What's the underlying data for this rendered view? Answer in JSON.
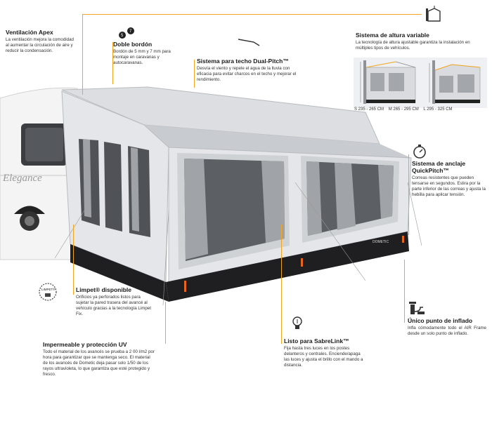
{
  "features": {
    "ventilation": {
      "title": "Ventilación Apex",
      "text": "La ventilación mejora la comodidad al aumentar la circulación de aire y reducir la condensación."
    },
    "double_piping": {
      "title": "Doble bordón",
      "text": "Bordón de 5 mm y 7 mm para montaje en caravanas y autocaravanas."
    },
    "roof": {
      "title": "Sistema para techo Dual-Pitch™",
      "text": "Desvía el viento y repele el agua de la lluvia con eficacia para evitar charcos en el techo y mejorar el rendimiento."
    },
    "height": {
      "title": "Sistema de altura variable",
      "text": "La tecnología de altura ajustable garantiza la instalación en múltiples tipos de vehículos.",
      "sizes": [
        "S 235 - 265 CM",
        "M 265 - 295 CM",
        "L 295 - 325 CM"
      ]
    },
    "anchor": {
      "title": "Sistema de anclaje QuickPitch™",
      "text": "Correas resistentes que pueden tensarse en segundos. Estira por la parte inferior de las correas y ajusta la hebilla para aplicar tensión."
    },
    "limpet": {
      "title": "Limpet® disponible",
      "text": "Orificios ya perforados listos para sujetar la pared trasera del avancé al vehículo gracias a la tecnología Limpet Fix.",
      "badge": "LIMPET®"
    },
    "inflation": {
      "title": "Único punto de inflado",
      "text": "Infla cómodamente todo el AIR Frame desde un solo punto de inflado."
    },
    "sabrelink": {
      "title": "Listo para SabreLink™",
      "text": "Fija hasta tres luces en los postes delanteros y centrales. Enciende/apaga las luces y ajusta el brillo con el mando a distancia."
    },
    "uv": {
      "title": "Impermeable y protección UV",
      "text": "Todo el material de los avancés se prueba a 2 00 l/m2 por hora para garantizar que se mantenga seco. El material de los avancés de Dometic deja pasar solo 1/50 de los rayos ultravioleta, lo que garantiza que esté protegido y fresco."
    }
  },
  "illustration": {
    "caravan_brand": "Elegance",
    "awning_tag": "DOMETIC"
  },
  "colors": {
    "accent": "#f2a51f",
    "awning_light": "#e4e6e9",
    "awning_skirt": "#1f1f21",
    "awning_window": "#5c5f64",
    "caravan": "#f4f4f4"
  }
}
